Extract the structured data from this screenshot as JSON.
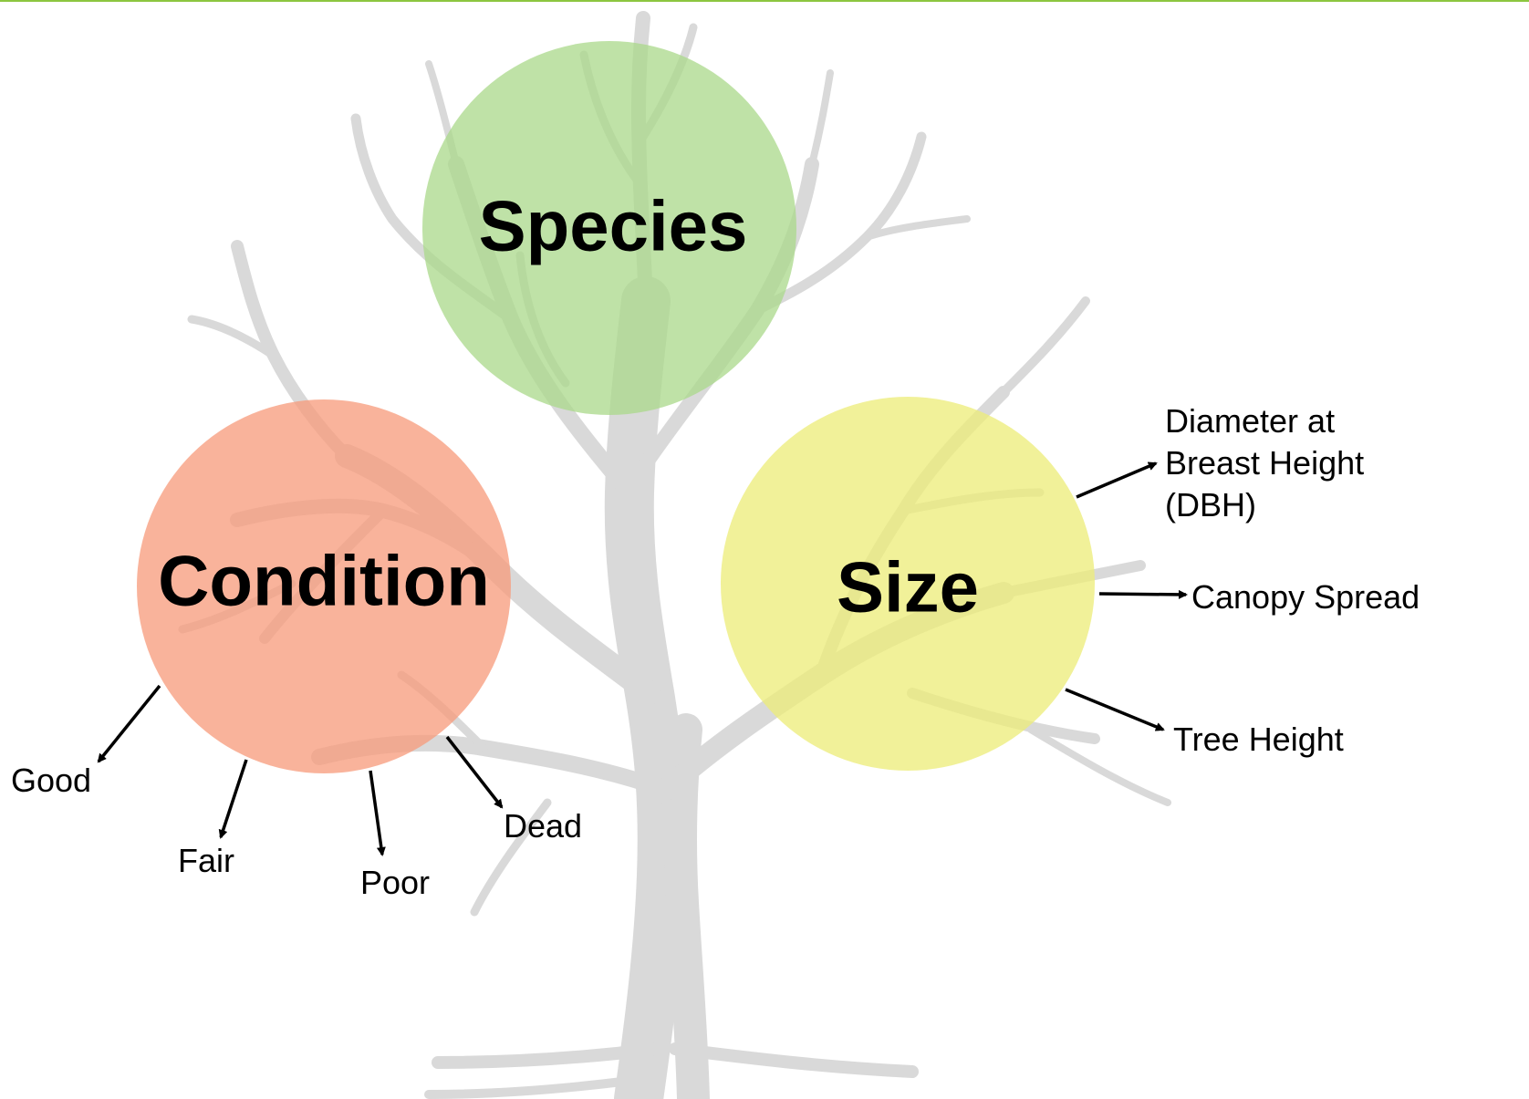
{
  "colors": {
    "top_rule": "#8cc63f",
    "tree": "#d9d9d9",
    "species": "#a9d88a",
    "condition": "#f79a7a",
    "size": "#ecec77",
    "arrows": "#000000"
  },
  "circles": {
    "species": "Species",
    "condition": "Condition",
    "size": "Size"
  },
  "condition_items": {
    "good": "Good",
    "fair": "Fair",
    "poor": "Poor",
    "dead": "Dead"
  },
  "size_items": {
    "dbh_line1": "Diameter at",
    "dbh_line2": "Breast Height",
    "dbh_line3": "(DBH)",
    "canopy": "Canopy Spread",
    "height": "Tree Height"
  }
}
